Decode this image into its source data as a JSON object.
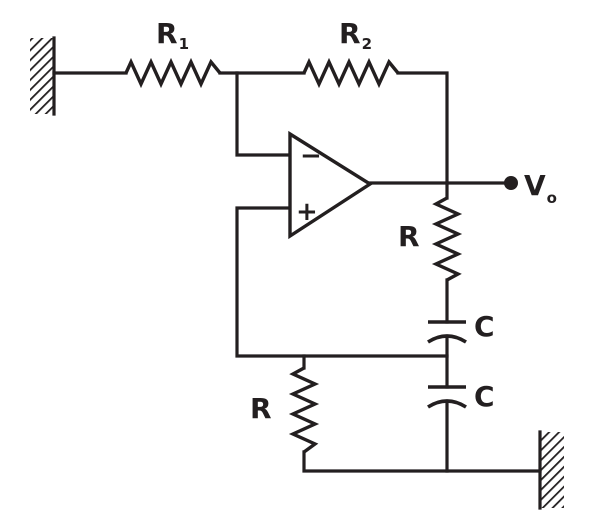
{
  "labels": {
    "r1_main": "R",
    "r1_sub": "1",
    "r2_main": "R",
    "r2_sub": "2",
    "r_upper": "R",
    "r_lower": "R",
    "c_upper": "C",
    "c_lower": "C",
    "vo_main": "V",
    "vo_sub": "o",
    "minus": "−",
    "plus": "+"
  },
  "icons": {
    "left_ground": "ground-hatch-icon",
    "right_ground": "ground-hatch-icon",
    "output_node": "filled-dot-icon"
  },
  "colors": {
    "ink": "#231f20",
    "background": "#ffffff"
  }
}
